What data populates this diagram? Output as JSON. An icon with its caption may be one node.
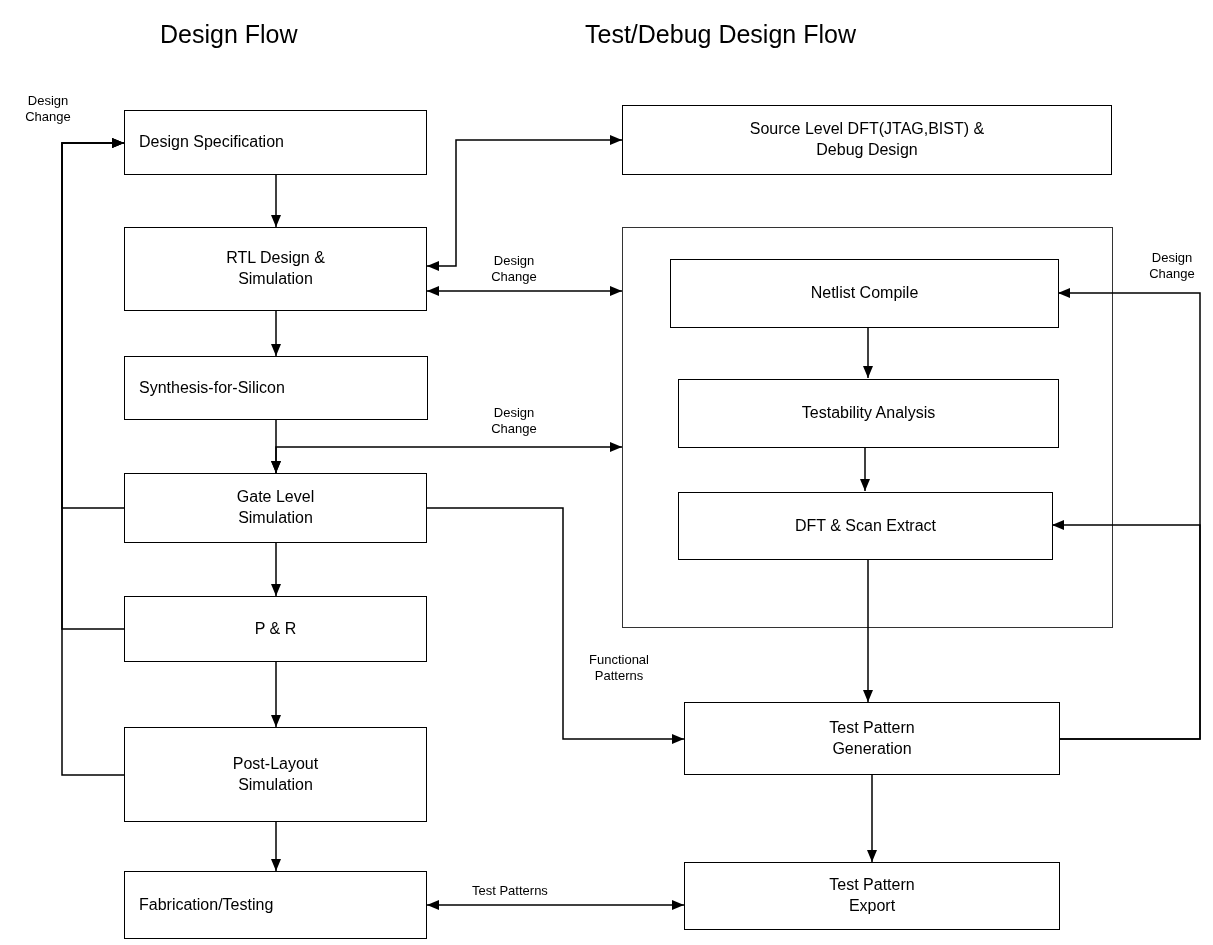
{
  "diagram": {
    "nodes": [
      {
        "text": [
          "Design Specification"
        ]
      },
      {
        "text": [
          "RTL Design & Simulation"
        ]
      },
      {
        "text": [
          "Synthesis-for-Silicon"
        ]
      },
      {
        "text": [
          "Gate Level Simulation"
        ]
      },
      {
        "text": [
          "P & R"
        ]
      },
      {
        "text": [
          "Post-Layout Simulation"
        ]
      },
      {
        "text": [
          "Fabrication/Testing"
        ]
      },
      {
        "text": [
          "Source Level DFT(JTAG,BIST) & Debug Design"
        ]
      },
      {
        "text": [],
        "shape": "box"
      },
      {
        "text": [
          "Netlist Compile"
        ],
        "in": 8
      },
      {
        "text": [
          "Testability Analysis"
        ],
        "in": 8
      },
      {
        "text": [
          "DFT & Scan Extract"
        ],
        "in": 8
      },
      {
        "text": [
          "Test Pattern Generation"
        ]
      },
      {
        "text": [
          "Test Pattern Export"
        ]
      }
    ],
    "edges": [
      {
        "from": 0,
        "to": 1,
        "arrow": "to"
      },
      {
        "from": 1,
        "to": 2,
        "arrow": "to"
      },
      {
        "from": 2,
        "to": 3,
        "arrow": "to"
      },
      {
        "from": 3,
        "to": 4,
        "arrow": "to"
      },
      {
        "from": 4,
        "to": 5,
        "arrow": "to"
      },
      {
        "from": 5,
        "to": 6,
        "arrow": "to"
      },
      {
        "from": 5,
        "to": 0,
        "arrow": "to",
        "label": "Design Change"
      },
      {
        "from": 3,
        "to": 0,
        "arrow": "to"
      },
      {
        "from": 4,
        "to": 0,
        "arrow": "to"
      },
      {
        "from": 1,
        "to": 7,
        "arrow": "both"
      },
      {
        "from": 1,
        "to": 8,
        "arrow": "both",
        "label": "Design Change"
      },
      {
        "from": 3,
        "to": 8,
        "arrow": "both",
        "label": "Design Change"
      },
      {
        "from": 9,
        "to": 10,
        "arrow": "to"
      },
      {
        "from": 10,
        "to": 11,
        "arrow": "to"
      },
      {
        "from": 3,
        "to": 12,
        "arrow": "to",
        "label": "Functional Patterns"
      },
      {
        "from": 11,
        "to": 12,
        "arrow": "to"
      },
      {
        "from": 12,
        "to": 13,
        "arrow": "to"
      },
      {
        "from": 6,
        "to": 13,
        "arrow": "both",
        "label": "Test Patterns"
      },
      {
        "from": 12,
        "to": 9,
        "arrow": "to",
        "label": "Design Change"
      },
      {
        "from": 12,
        "to": 11,
        "arrow": "to"
      }
    ],
    "labels": [
      "Design Flow",
      "Test/Debug Design Flow"
    ]
  }
}
